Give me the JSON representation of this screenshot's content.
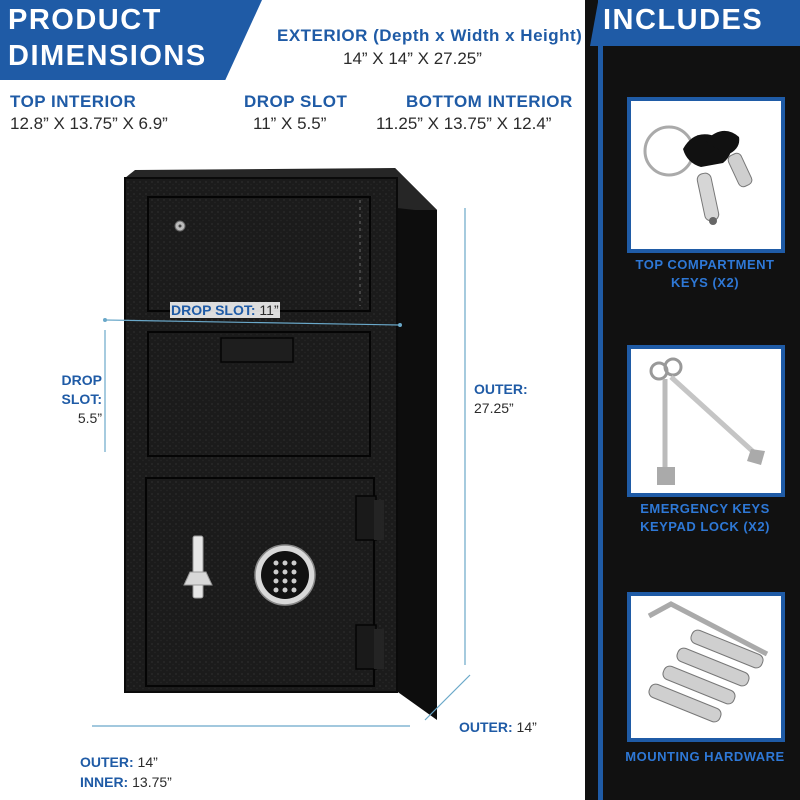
{
  "title": {
    "line1": "PRODUCT",
    "line2": "DIMENSIONS"
  },
  "exterior": {
    "label": "EXTERIOR (Depth x Width x Height)",
    "value": "14” X 14” X 27.25”"
  },
  "top_interior": {
    "label": "TOP INTERIOR",
    "value": "12.8” X 13.75” X 6.9”"
  },
  "drop_slot": {
    "label": "DROP SLOT",
    "value": "11” X 5.5”"
  },
  "bottom_interior": {
    "label": "BOTTOM INTERIOR",
    "value": "11.25” X 13.75” X 12.4”"
  },
  "annotations": {
    "drop_slot_width": {
      "label": "DROP SLOT:",
      "value": " 11”"
    },
    "drop_slot_height": {
      "label_line1": "DROP",
      "label_line2": "SLOT:",
      "value": "5.5”"
    },
    "outer_height": {
      "label": "OUTER:",
      "value": "27.25”"
    },
    "outer_depth": {
      "label": "OUTER:",
      "value": " 14”"
    },
    "outer_width": {
      "label": "OUTER:",
      "value": " 14”"
    },
    "inner_width": {
      "label": "INNER:",
      "value": " 13.75”"
    }
  },
  "includes": {
    "title": "INCLUDES",
    "items": [
      {
        "icon": "keys-icon",
        "label_line1": "TOP COMPARTMENT",
        "label_line2": "KEYS (X2)"
      },
      {
        "icon": "emergency-keys-icon",
        "label_line1": "EMERGENCY KEYS",
        "label_line2": "KEYPAD LOCK (X2)"
      },
      {
        "icon": "mounting-hardware-icon",
        "label_line1": "MOUNTING HARDWARE",
        "label_line2": ""
      }
    ]
  },
  "colors": {
    "brand_blue": "#1f5ba6",
    "accent_blue": "#2e78d6",
    "panel_black": "#111111",
    "safe_black": "#1a1a1a"
  }
}
